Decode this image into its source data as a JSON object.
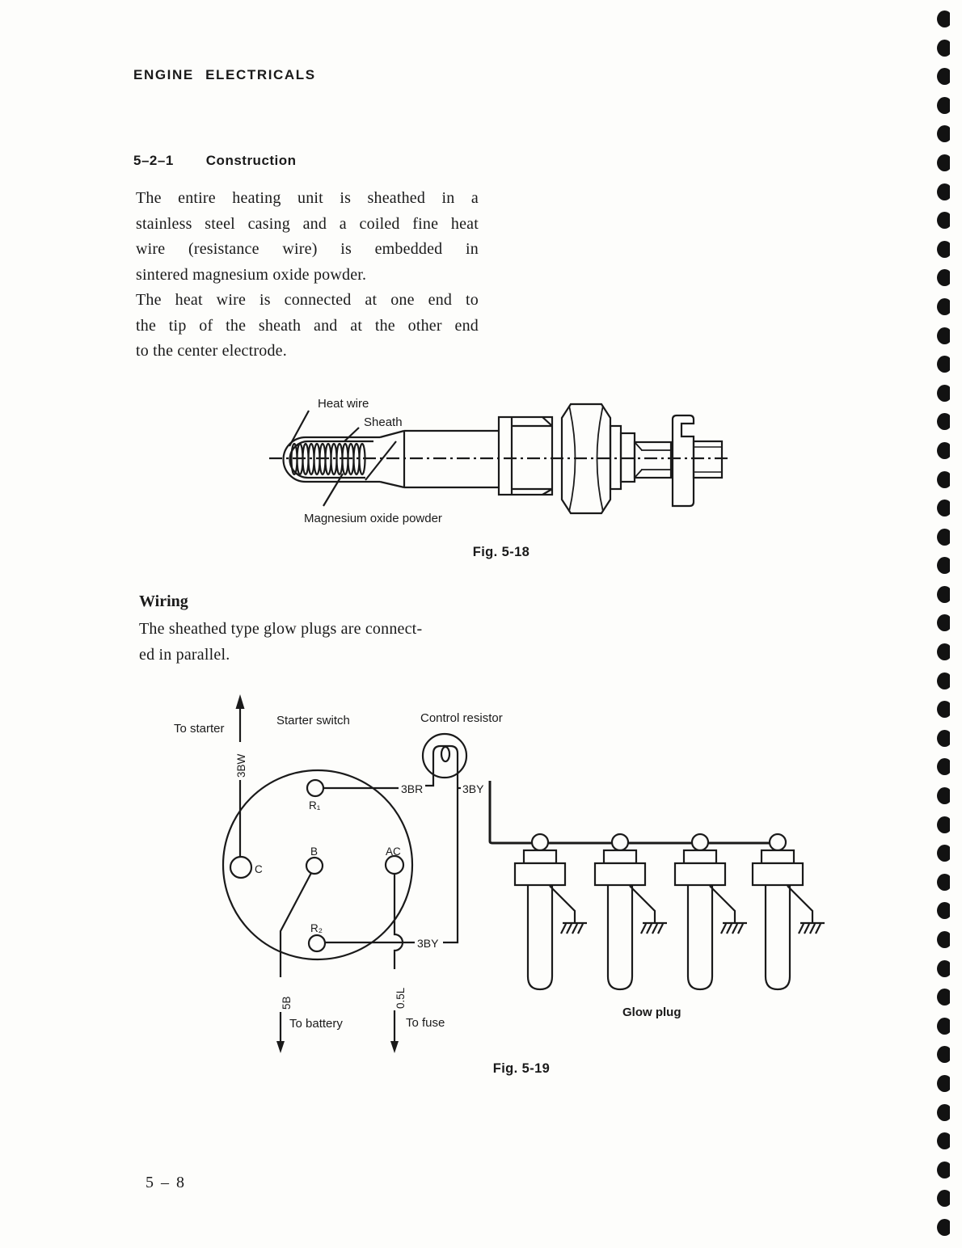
{
  "page": {
    "header": "ENGINE ELECTRICALS",
    "section_number": "5–2–1",
    "section_title": "Construction",
    "construction_para1_lines": [
      "The entire heating unit is sheathed in a",
      "stainless steel casing and a coiled fine heat",
      "wire (resistance wire) is embedded in",
      "sintered magnesium oxide powder."
    ],
    "construction_para2_lines": [
      "The heat wire is connected at one end to",
      "the tip of the sheath and at the other end",
      "to the center electrode."
    ],
    "wiring_heading": "Wiring",
    "wiring_para_lines": [
      "The sheathed type glow plugs are connect-",
      "ed in parallel."
    ],
    "page_number": "5 – 8"
  },
  "fig18": {
    "caption": "Fig. 5-18",
    "labels": {
      "heat_wire": "Heat wire",
      "sheath": "Sheath",
      "magnesium": "Magnesium oxide powder"
    }
  },
  "fig19": {
    "caption": "Fig. 5-19",
    "labels": {
      "to_starter": "To starter",
      "starter_switch": "Starter switch",
      "control_resistor": "Control resistor",
      "wire_3bw": "3BW",
      "wire_3br": "3BR",
      "wire_3by_top": "3BY",
      "wire_3by_bottom": "3BY",
      "wire_5b": "5B",
      "wire_05l": "0.5L",
      "terminal_r1": "R₁",
      "terminal_r2": "R₂",
      "terminal_b": "B",
      "terminal_ac": "AC",
      "terminal_c": "C",
      "to_battery": "To battery",
      "to_fuse": "To fuse",
      "glow_plug": "Glow plug"
    }
  },
  "decoration": {
    "ink_color": "#1a1a1a",
    "paper_color": "#fdfdfb",
    "binder_dot_count": 43
  }
}
